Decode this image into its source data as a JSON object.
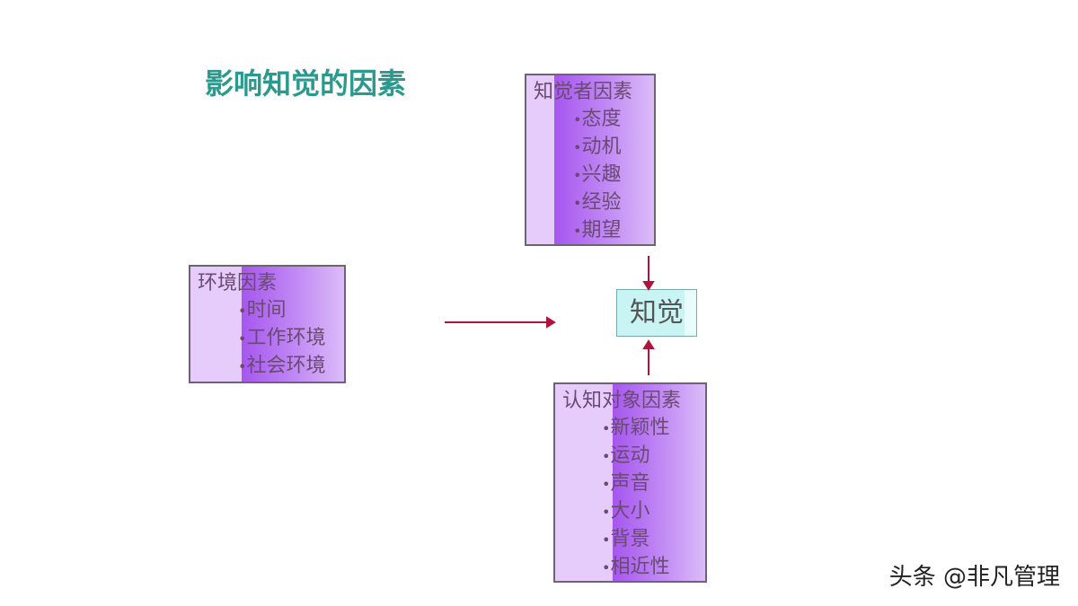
{
  "title": "影响知觉的因素",
  "perceiver": {
    "heading": "知觉者因素",
    "items": [
      "态度",
      "动机",
      "兴趣",
      "经验",
      "期望"
    ]
  },
  "environment": {
    "heading": "环境因素",
    "items": [
      "时间",
      "工作环境",
      "社会环境"
    ]
  },
  "target": {
    "heading": "认知对象因素",
    "items": [
      "新颖性",
      "运动",
      "声音",
      "大小",
      "背景",
      "相近性"
    ]
  },
  "center": "知觉",
  "watermark": "头条 @非凡管理",
  "colors": {
    "title": "#2a9a8e",
    "arrow": "#b0143c",
    "box_dark": "#a656ee",
    "box_light": "#e6ccfa",
    "center_fill": "#c8f4f4"
  }
}
